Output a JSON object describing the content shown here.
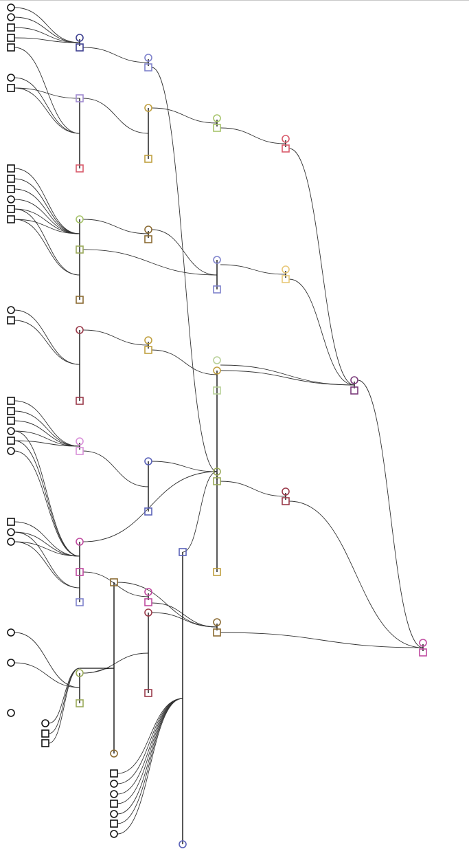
{
  "diagram": {
    "kind": "pedigree tree",
    "orientation": "left-to-right",
    "node_shapes": [
      "circle",
      "square"
    ],
    "unlabeled": true,
    "line_color": "#333333",
    "founder_color": "#111111",
    "generation_colors": {
      "navy": "#3d3f8f",
      "periwinkle": "#7e82cc",
      "lavender": "#a08ad0",
      "gold": "#c0a040",
      "lime": "#a6c36a",
      "red": "#d85a6a",
      "olive": "#9aaa5a",
      "brown": "#8a6a32",
      "maroon": "#9a3a4a",
      "tan": "#e8c878",
      "pink": "#d890d8",
      "blue": "#5a62b8",
      "magenta": "#c04aa0",
      "plum": "#7a3a7a",
      "sage": "#b8d098"
    }
  }
}
